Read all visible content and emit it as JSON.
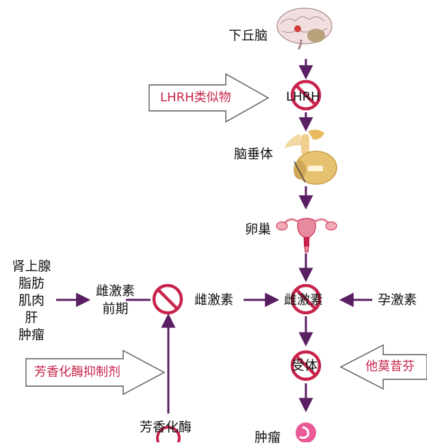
{
  "colors": {
    "arrow": "#5a1f62",
    "block_ring": "#c8234a",
    "label_red": "#c8234a",
    "text": "#111111"
  },
  "nodes": {
    "hypothalamus": "下丘脑",
    "lhrh": "LHRH",
    "pituitary": "脑垂体",
    "ovary": "卵巢",
    "estrogen": "雌激素",
    "progesterone": "孕激素",
    "receptor": "受体",
    "tumor": "肿瘤",
    "precursor_line1": "雌激素",
    "precursor_line2": "前期",
    "estrogen_mid": "雌激素",
    "aromatase": "芳香化酶",
    "sources": [
      "肾上腺",
      "脂肪",
      "肌肉",
      "肝",
      "肿瘤"
    ]
  },
  "drugs": {
    "lhrh_analog": "LHRH类似物",
    "aromatase_inhibitor": "芳香化酶抑制剂",
    "tamoxifen": "他莫昔芬"
  },
  "icons": [
    "brain-icon",
    "pituitary-icon",
    "uterus-ovary-icon",
    "tumor-icon",
    "prohibition-icon"
  ]
}
